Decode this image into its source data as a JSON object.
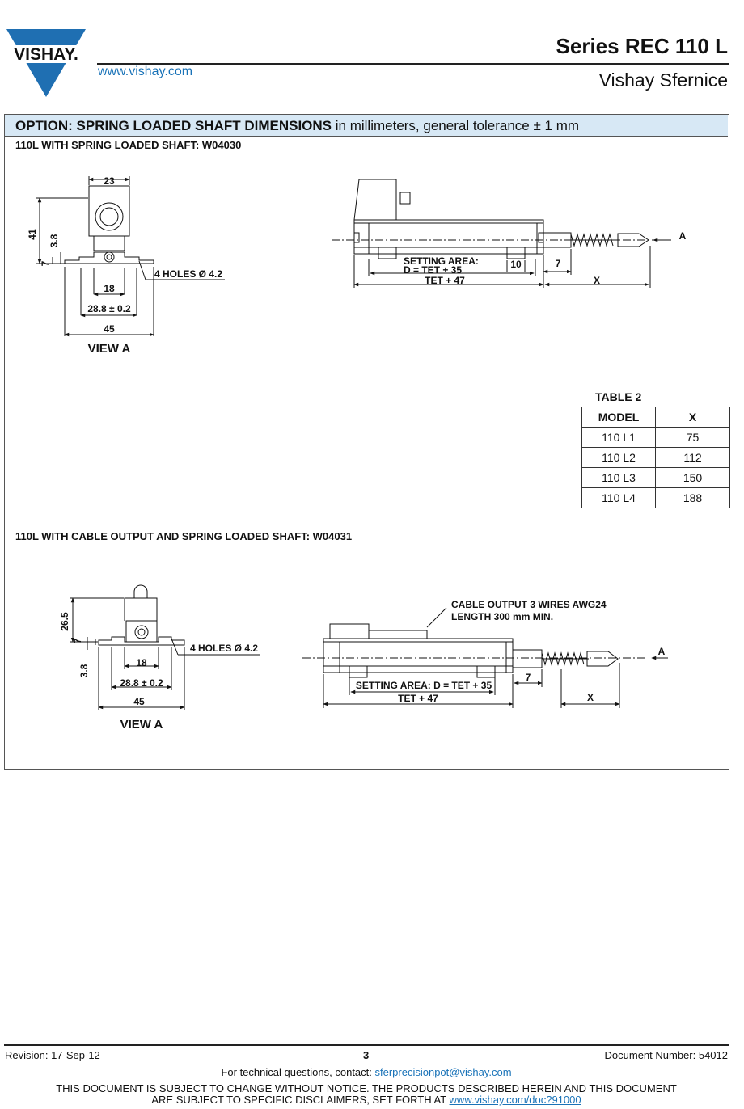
{
  "header": {
    "logo_text": "VISHAY.",
    "url": "www.vishay.com",
    "series": "Series REC 110 L",
    "company": "Vishay Sfernice"
  },
  "section": {
    "title_bold": "OPTION: SPRING LOADED SHAFT DIMENSIONS",
    "title_rest": " in millimeters, general tolerance ± 1 mm"
  },
  "drawing1": {
    "subtitle": "110L WITH SPRING LOADED SHAFT: W04030",
    "dim_23": "23",
    "dim_41": "41",
    "dim_3_8": "3.8",
    "dim_7": "7",
    "holes": "4 HOLES Ø 4.2",
    "dim_18": "18",
    "dim_28": "28.8 ± 0.2",
    "dim_45": "45",
    "view": "VIEW A",
    "setting_area": "SETTING AREA:",
    "setting_formula": "D = TET + 35",
    "dim_10": "10",
    "tet": "TET + 47",
    "dim_7b": "7",
    "x": "X",
    "arrow_a": "A"
  },
  "table2": {
    "title": "TABLE 2",
    "headers": [
      "MODEL",
      "X"
    ],
    "rows": [
      [
        "110 L1",
        "75"
      ],
      [
        "110 L2",
        "112"
      ],
      [
        "110 L3",
        "150"
      ],
      [
        "110 L4",
        "188"
      ]
    ]
  },
  "drawing2": {
    "subtitle": "110L WITH CABLE OUTPUT AND SPRING LOADED SHAFT: W04031",
    "dim_26_5": "26.5",
    "dim_7": "7",
    "dim_3_8": "3.8",
    "holes": "4 HOLES Ø 4.2",
    "dim_18": "18",
    "dim_28": "28.8 ± 0.2",
    "dim_45": "45",
    "view": "VIEW A",
    "cable1": "CABLE OUTPUT 3 WIRES AWG24",
    "cable2": "LENGTH 300 mm MIN.",
    "setting": "SETTING AREA: D = TET + 35",
    "tet": "TET + 47",
    "dim_7b": "7",
    "x": "X",
    "arrow_a": "A"
  },
  "footer": {
    "revision": "Revision: 17-Sep-12",
    "page": "3",
    "document": "Document Number: 54012",
    "contact_prefix": "For technical questions, contact: ",
    "contact_email": "sferprecisionpot@vishay.com",
    "disclaimer1": "THIS DOCUMENT IS SUBJECT TO CHANGE WITHOUT NOTICE. THE PRODUCTS DESCRIBED HEREIN AND THIS DOCUMENT",
    "disclaimer2_prefix": "ARE SUBJECT TO SPECIFIC DISCLAIMERS, SET FORTH AT ",
    "disclaimer2_link": "www.vishay.com/doc?91000"
  },
  "colors": {
    "brand_blue": "#1a73b8",
    "band": "#d7e8f5"
  }
}
